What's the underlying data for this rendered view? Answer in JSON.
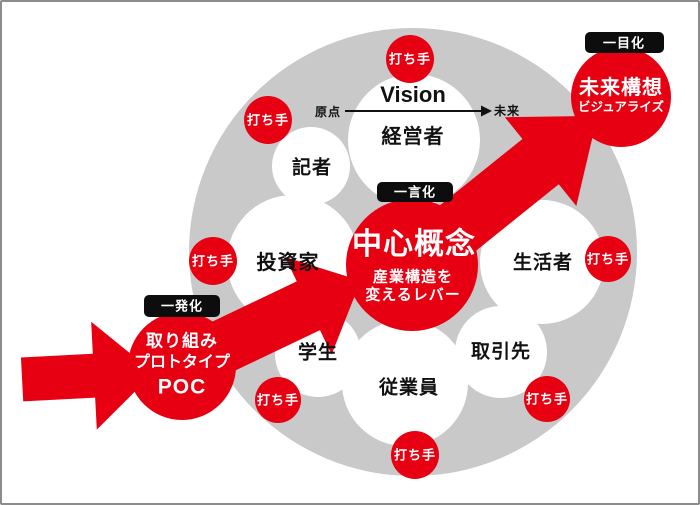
{
  "palette": {
    "accent_red": "#e60012",
    "ring_gray": "#c9c9c9",
    "tag_black": "#0d0d0d",
    "frame_border": "#8c8c8c"
  },
  "vision_axis": {
    "title": "Vision",
    "origin": "原点",
    "future": "未来"
  },
  "stakeholders": {
    "keieisha": "経営者",
    "kisha": "記者",
    "toushika": "投資家",
    "seikatsusha": "生活者",
    "gakusei": "学生",
    "torihikisaki": "取引先",
    "juugyouin": "従業員"
  },
  "center_concept": {
    "tag": "一言化",
    "title": "中心概念",
    "subtitle1": "産業構造を",
    "subtitle2": "変えるレバー"
  },
  "future_vision": {
    "tag": "一目化",
    "title": "未来構想",
    "subtitle": "ビジュアライズ"
  },
  "initiative": {
    "tag": "一発化",
    "line1": "取り組み",
    "line2": "プロトタイプ",
    "line3": "POC"
  },
  "hitte": [
    "打ち手",
    "打ち手",
    "打ち手",
    "打ち手",
    "打ち手",
    "打ち手",
    "打ち手"
  ]
}
